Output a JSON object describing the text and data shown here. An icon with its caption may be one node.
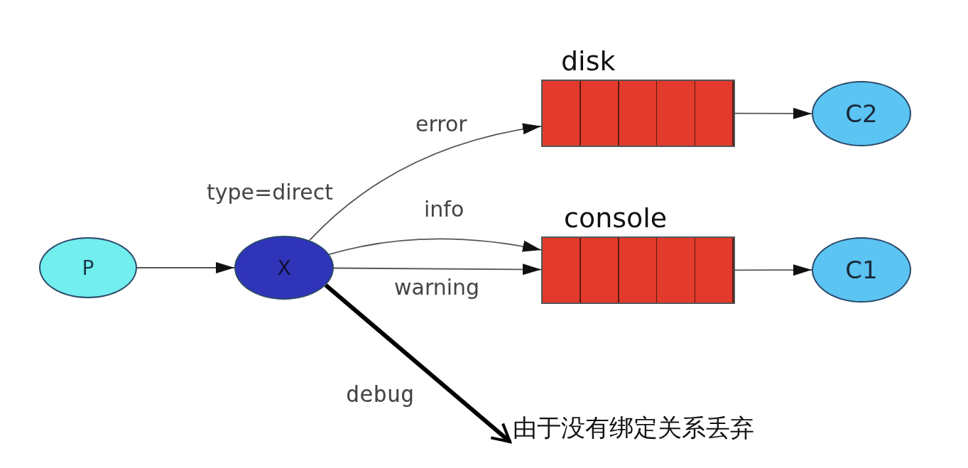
{
  "diagram": {
    "nodes": [
      {
        "text": [
          "P"
        ]
      },
      {
        "text": [
          "X"
        ],
        "beside": [
          "type=direct"
        ]
      },
      {
        "text": [
          "disk"
        ]
      },
      {
        "text": [
          "console"
        ]
      },
      {
        "text": [
          "C2"
        ]
      },
      {
        "text": [
          "C1"
        ]
      },
      {
        "text": [
          "由于没有绑定关系丢弃"
        ]
      }
    ],
    "edges": [
      {
        "from": 0,
        "to": 1,
        "arrow": "to"
      },
      {
        "from": 1,
        "to": 2,
        "arrow": "to",
        "label": "error"
      },
      {
        "from": 1,
        "to": 3,
        "arrow": "to",
        "label": "info"
      },
      {
        "from": 1,
        "to": 3,
        "arrow": "to",
        "label": "warning"
      },
      {
        "from": 1,
        "to": 6,
        "arrow": "to",
        "label": "debug",
        "style": "thick",
        "color": "#000000"
      },
      {
        "from": 2,
        "to": 4,
        "arrow": "to"
      },
      {
        "from": 3,
        "to": 5,
        "arrow": "to"
      }
    ]
  }
}
